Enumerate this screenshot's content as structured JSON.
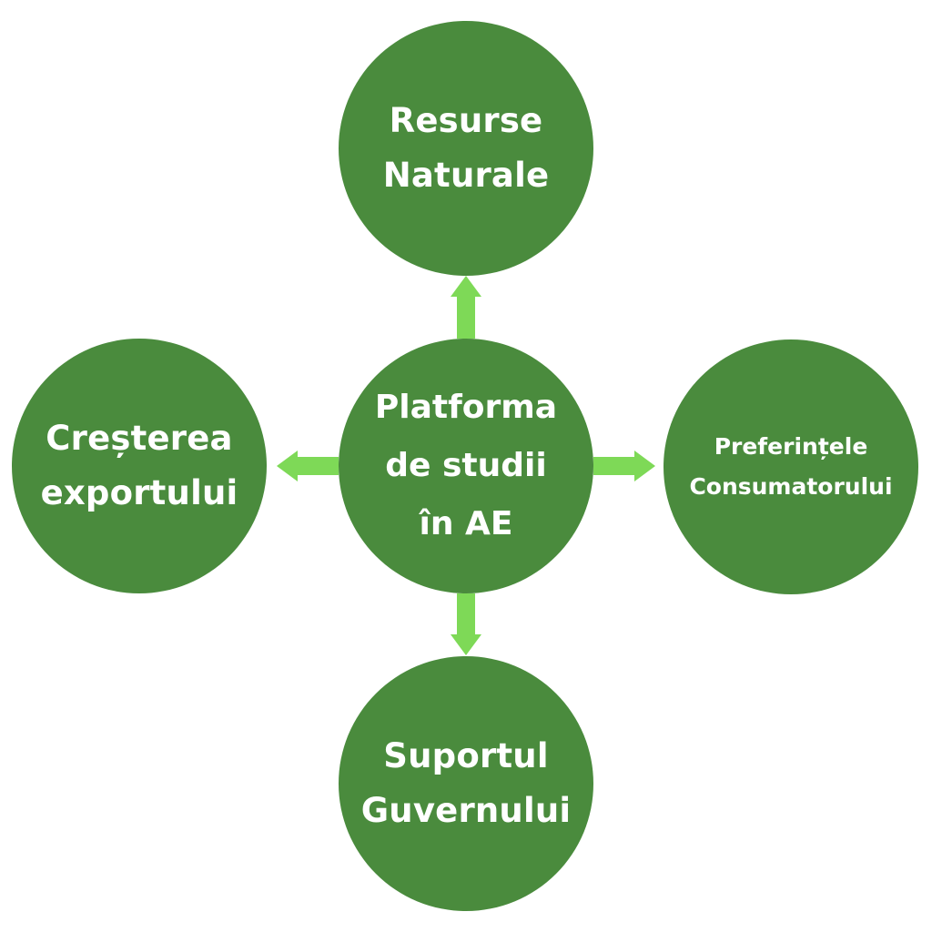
{
  "diagram": {
    "type": "hub-and-spoke",
    "colors": {
      "node_fill": "#4a8b3d",
      "arrow_fill": "#7ed957",
      "text": "#ffffff",
      "background": "#ffffff"
    },
    "center": {
      "label": "Platforma\nde studii\nîn AE"
    },
    "nodes": {
      "top": {
        "label": "Resurse\nNaturale"
      },
      "right": {
        "label": "Preferințele\nConsumatorului"
      },
      "bottom": {
        "label": "Suportul\nGuvernului"
      },
      "left": {
        "label": "Creșterea\nexportului"
      }
    },
    "edges": [
      {
        "from": "center",
        "to": "top",
        "direction": "up"
      },
      {
        "from": "center",
        "to": "right",
        "direction": "right"
      },
      {
        "from": "center",
        "to": "bottom",
        "direction": "down"
      },
      {
        "from": "center",
        "to": "left",
        "direction": "left"
      }
    ]
  }
}
